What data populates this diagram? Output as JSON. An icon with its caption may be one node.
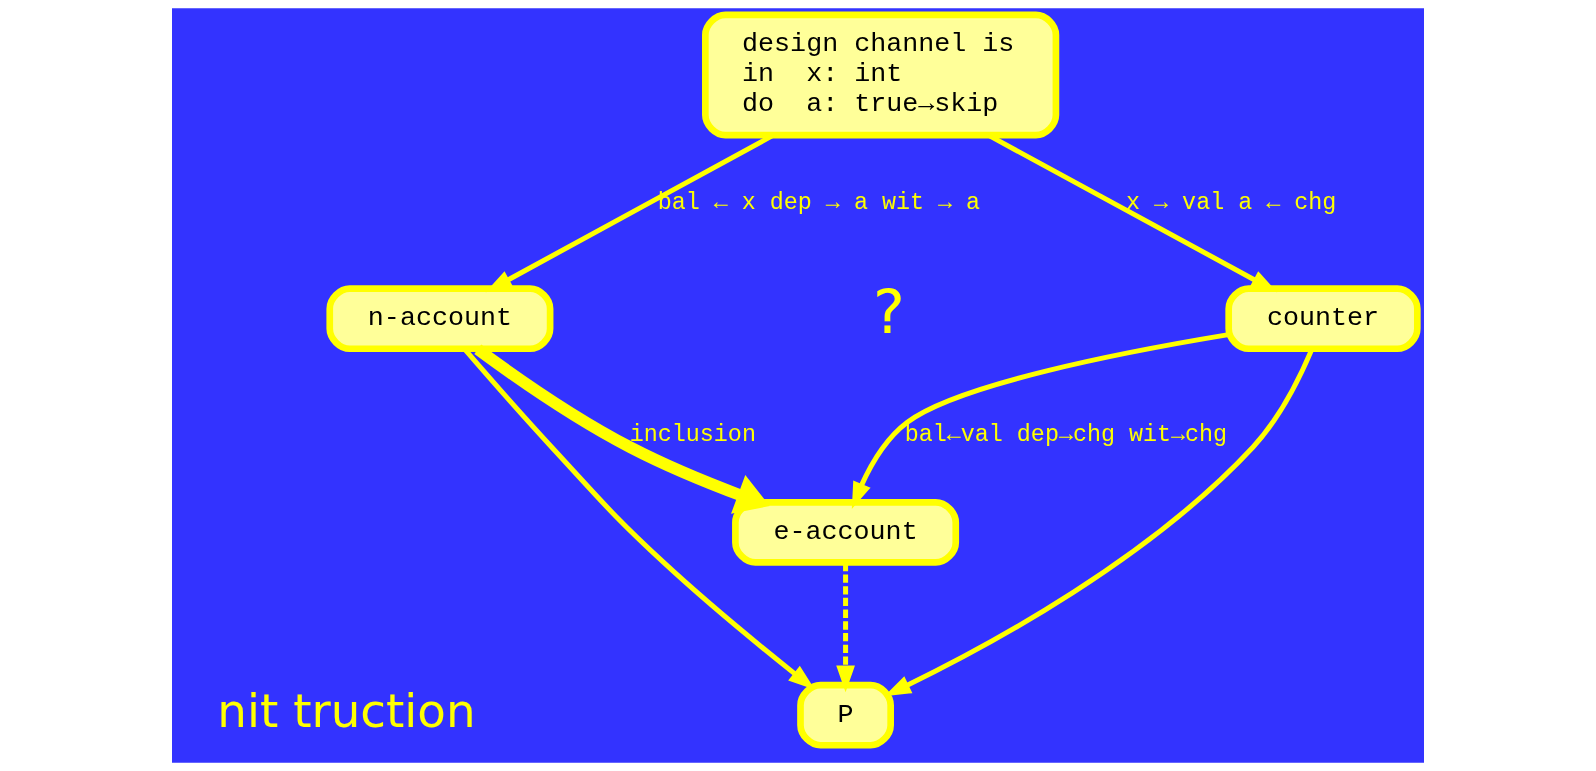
{
  "diagram": {
    "nodes": [
      {
        "text": [
          "design channel is",
          "in  x: int",
          "do  a: true→skip"
        ]
      },
      {
        "text": [
          "n-account"
        ]
      },
      {
        "text": [
          "counter"
        ]
      },
      {
        "text": [
          "e-account"
        ]
      },
      {
        "text": [
          "P"
        ]
      }
    ],
    "edges": [
      {
        "from": 0,
        "to": 1,
        "arrow": "to",
        "label": "bal ← x dep → a wit → a"
      },
      {
        "from": 0,
        "to": 2,
        "arrow": "to",
        "label": "x → val a ← chg"
      },
      {
        "from": 1,
        "to": 3,
        "arrow": "to",
        "label": "inclusion",
        "style": "thick"
      },
      {
        "from": 2,
        "to": 3,
        "arrow": "to",
        "label": "bal←val dep→chg wit→chg"
      },
      {
        "from": 1,
        "to": 4,
        "arrow": "to"
      },
      {
        "from": 2,
        "to": 4,
        "arrow": "to"
      },
      {
        "from": 3,
        "to": 4,
        "arrow": "to",
        "style": "dashed"
      }
    ],
    "labels": [
      "?",
      "nit truction"
    ]
  }
}
